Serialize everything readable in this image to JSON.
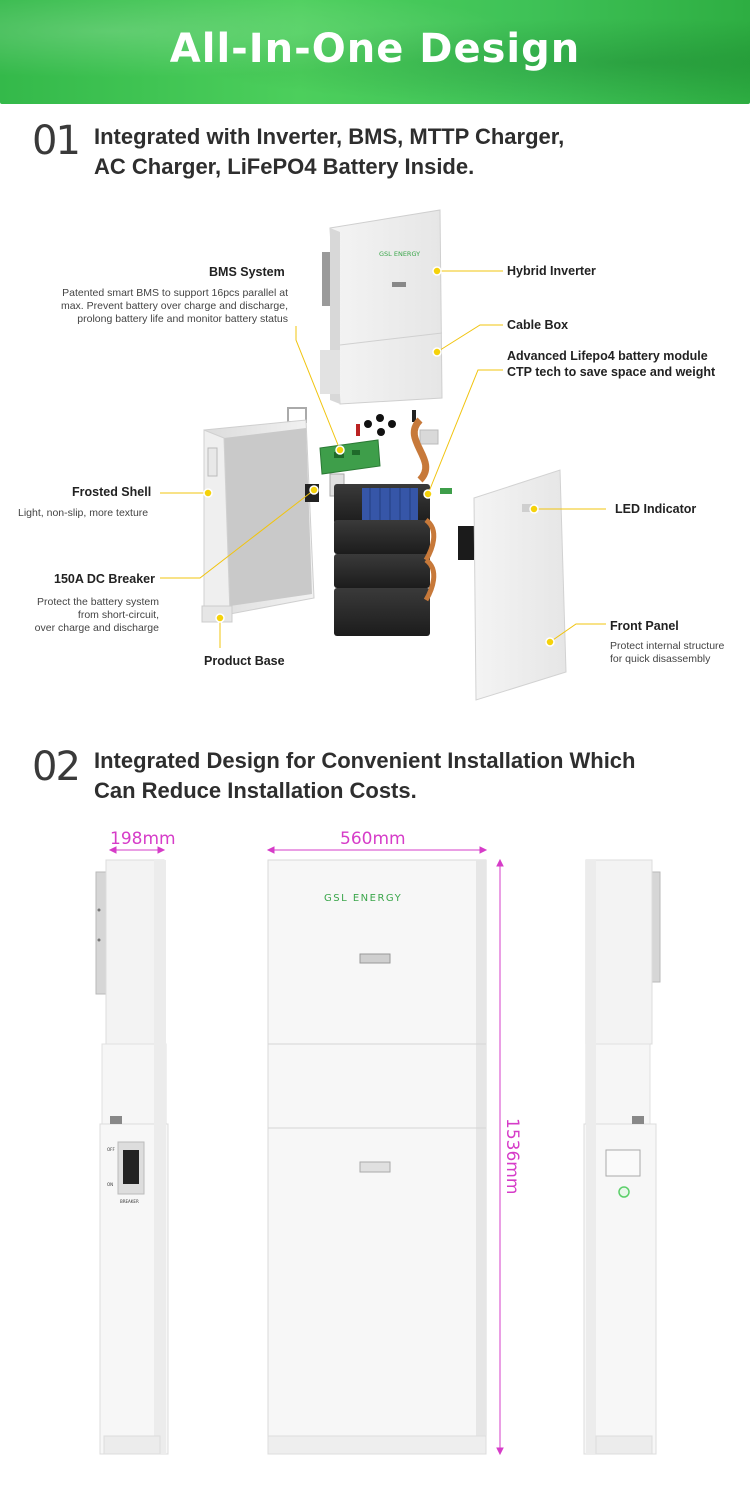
{
  "banner": {
    "title": "All-In-One Design"
  },
  "section1": {
    "number": "01",
    "title_line1": "Integrated with Inverter, BMS, MTTP Charger,",
    "title_line2": "AC Charger, LiFePO4 Battery Inside."
  },
  "callouts": {
    "bms": {
      "label": "BMS System",
      "desc1": "Patented smart BMS to support 16pcs parallel at",
      "desc2": "max. Prevent battery over charge and discharge,",
      "desc3": "prolong battery life and monitor battery status"
    },
    "inverter": {
      "label": "Hybrid Inverter"
    },
    "cable_box": {
      "label": "Cable Box"
    },
    "battery": {
      "label1": "Advanced Lifepo4 battery module",
      "label2": "CTP tech to save space and weight"
    },
    "shell": {
      "label": "Frosted Shell",
      "desc": "Light, non-slip, more texture"
    },
    "led": {
      "label": "LED Indicator"
    },
    "breaker": {
      "label": "150A DC Breaker",
      "desc1": "Protect the battery system",
      "desc2": "from short-circuit,",
      "desc3": "over charge and discharge"
    },
    "front_panel": {
      "label": "Front Panel",
      "desc1": "Protect internal structure",
      "desc2": "for quick disassembly"
    },
    "base": {
      "label": "Product Base"
    }
  },
  "product": {
    "brand": "GSL ENERGY",
    "switch_off": "OFF",
    "switch_on": "ON",
    "breaker_label": "BREAKER"
  },
  "section2": {
    "number": "02",
    "title_line1": "Integrated Design for Convenient Installation Which",
    "title_line2": "Can Reduce Installation Costs."
  },
  "dimensions": {
    "depth": "198mm",
    "width": "560mm",
    "height": "1536mm"
  },
  "colors": {
    "banner": "#3fc257",
    "accent_dim": "#d63cc8",
    "callout_dot": "#f5d20a",
    "brand_green": "#3aa64a"
  }
}
